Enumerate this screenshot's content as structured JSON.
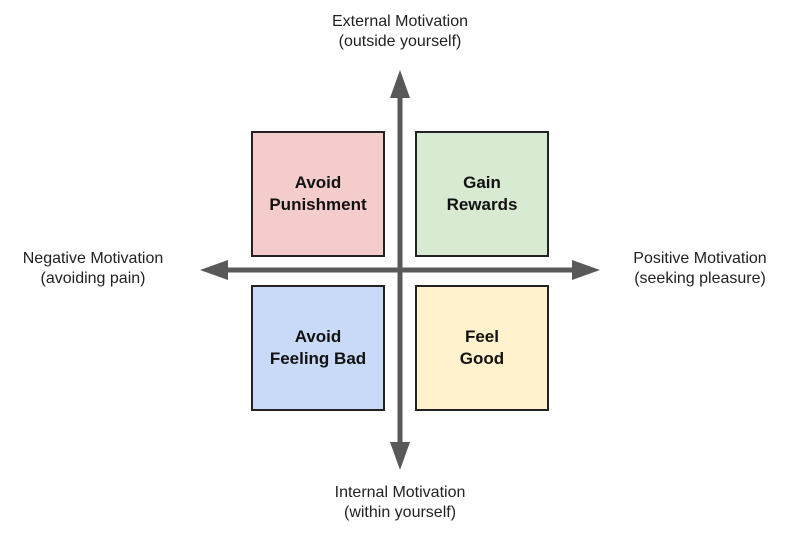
{
  "diagram": {
    "axes": {
      "color": "#595959",
      "top": {
        "line1": "External Motivation",
        "line2": "(outside yourself)"
      },
      "bottom": {
        "line1": "Internal Motivation",
        "line2": "(within yourself)"
      },
      "left": {
        "line1": "Negative Motivation",
        "line2": "(avoiding pain)"
      },
      "right": {
        "line1": "Positive Motivation",
        "line2": "(seeking pleasure)"
      }
    },
    "quadrants": {
      "top_left": {
        "line1": "Avoid",
        "line2": "Punishment",
        "color": "#f4cccc"
      },
      "top_right": {
        "line1": "Gain",
        "line2": "Rewards",
        "color": "#d9ead3"
      },
      "bottom_left": {
        "line1": "Avoid",
        "line2": "Feeling Bad",
        "color": "#c9daf8"
      },
      "bottom_right": {
        "line1": "Feel",
        "line2": "Good",
        "color": "#fff2cc"
      }
    }
  }
}
